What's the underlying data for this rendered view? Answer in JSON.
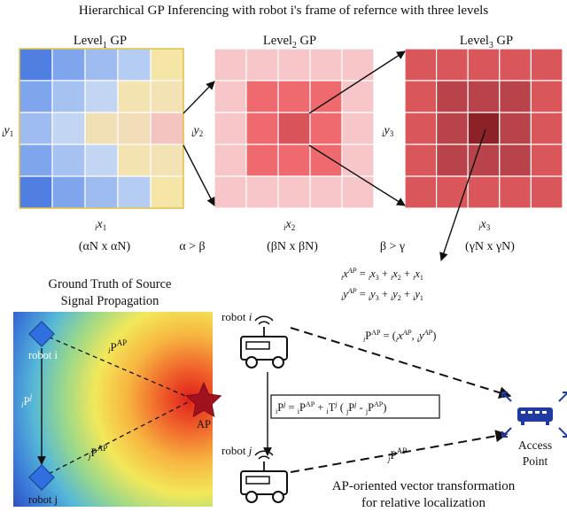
{
  "title": "Hierarchical GP Inferencing with robot i's frame of refernce with three levels",
  "levels": [
    {
      "label": "Level",
      "sub": "1",
      "suffix": " GP",
      "yaxis_pre": "i",
      "yaxis_var": "y",
      "yaxis_sub": "1",
      "xaxis_pre": "i",
      "xaxis_var": "x",
      "xaxis_sub": "1",
      "size": "(αN x αN)"
    },
    {
      "label": "Level",
      "sub": "2",
      "suffix": " GP",
      "yaxis_pre": "i",
      "yaxis_var": "y",
      "yaxis_sub": "2",
      "xaxis_pre": "i",
      "xaxis_var": "x",
      "xaxis_sub": "2",
      "size": "(βN x βN)"
    },
    {
      "label": "Level",
      "sub": "3",
      "suffix": " GP",
      "yaxis_pre": "i",
      "yaxis_var": "y",
      "yaxis_sub": "3",
      "xaxis_pre": "i",
      "xaxis_var": "x",
      "xaxis_sub": "3",
      "size": "(γN x γN)"
    }
  ],
  "relations": [
    "α > β",
    "β > γ"
  ],
  "grid_colors": {
    "level1": [
      [
        "#4f7fe0",
        "#7fa5ec",
        "#9ebcf0",
        "#b5cdf2",
        "#f5e6a8"
      ],
      [
        "#7fa5ec",
        "#a6c2f1",
        "#c2d6f4",
        "#f3e3b0",
        "#f2e2b4"
      ],
      [
        "#9ebcf0",
        "#c2d6f4",
        "#f1dfb6",
        "#f1ddb8",
        "#f3c4c0"
      ],
      [
        "#7fa5ec",
        "#a6c2f1",
        "#c2d6f4",
        "#f3e3b0",
        "#f2e2b4"
      ],
      [
        "#4f7fe0",
        "#7fa5ec",
        "#9ebcf0",
        "#b5cdf2",
        "#f5e6a8"
      ]
    ],
    "level2": [
      [
        "#f6c6c8",
        "#f6c6c8",
        "#f6c6c8",
        "#f6c6c8",
        "#f6c6c8"
      ],
      [
        "#f6c6c8",
        "#ef6a6e",
        "#ef6a6e",
        "#ef6a6e",
        "#f6c6c8"
      ],
      [
        "#f6c6c8",
        "#ef6a6e",
        "#d9545a",
        "#ef6a6e",
        "#f6c6c8"
      ],
      [
        "#f6c6c8",
        "#ef6a6e",
        "#ef6a6e",
        "#ef6a6e",
        "#f6c6c8"
      ],
      [
        "#f6c6c8",
        "#f6c6c8",
        "#f6c6c8",
        "#f6c6c8",
        "#f6c6c8"
      ]
    ],
    "level3": [
      [
        "#d9565b",
        "#d9565b",
        "#d9565b",
        "#d9565b",
        "#d9565b"
      ],
      [
        "#d9565b",
        "#b9434a",
        "#b9434a",
        "#b9434a",
        "#d9565b"
      ],
      [
        "#d9565b",
        "#b9434a",
        "#8c2228",
        "#b9434a",
        "#d9565b"
      ],
      [
        "#d9565b",
        "#b9434a",
        "#b9434a",
        "#b9434a",
        "#d9565b"
      ],
      [
        "#d9565b",
        "#d9565b",
        "#d9565b",
        "#d9565b",
        "#d9565b"
      ]
    ]
  },
  "equations": {
    "x": {
      "lhs_pre": "i",
      "lhs_var": "x",
      "lhs_sup": "AP",
      "rhs": [
        {
          "pre": "i",
          "var": "x",
          "sub": "3"
        },
        {
          "pre": "i",
          "var": "x",
          "sub": "2"
        },
        {
          "pre": "i",
          "var": "x",
          "sub": "1"
        }
      ]
    },
    "y": {
      "lhs_pre": "i",
      "lhs_var": "y",
      "lhs_sup": "AP",
      "rhs": [
        {
          "pre": "i",
          "var": "y",
          "sub": "3"
        },
        {
          "pre": "i",
          "var": "y",
          "sub": "2"
        },
        {
          "pre": "i",
          "var": "y",
          "sub": "1"
        }
      ]
    }
  },
  "ground_truth": {
    "title_line1": "Ground Truth of Source",
    "title_line2": "Signal Propagation",
    "robot_i_label": "robot i",
    "robot_j_label": "robot j",
    "vec_iPj": {
      "pre": "i",
      "var": "P",
      "sup": "j"
    },
    "vec_iPAP": {
      "pre": "i",
      "var": "P",
      "sup": "AP"
    },
    "vec_jPAP": {
      "pre": "j",
      "var": "P",
      "sup": "AP"
    },
    "ap_label": "AP"
  },
  "robots": {
    "robot_i_label": "robot i",
    "robot_j_label": "robot j",
    "vec_iPAP": "(x, y)",
    "transform_eq": "iPj = iPAP + iTj (jPj - jPAP)",
    "vec_jPAP": {
      "pre": "j",
      "var": "P",
      "sup": "AP"
    }
  },
  "access_point": {
    "line1": "Access",
    "line2": "Point"
  },
  "caption": {
    "line1": "AP-oriented vector transformation",
    "line2": "for relative localization"
  },
  "colors": {
    "blue_marker": "#2f6fe0",
    "star": "#a0121e",
    "grid_border": "#e0c040",
    "heat_blue": "#3050c8",
    "heat_red": "#e02020",
    "router": "#1f3aa0"
  }
}
